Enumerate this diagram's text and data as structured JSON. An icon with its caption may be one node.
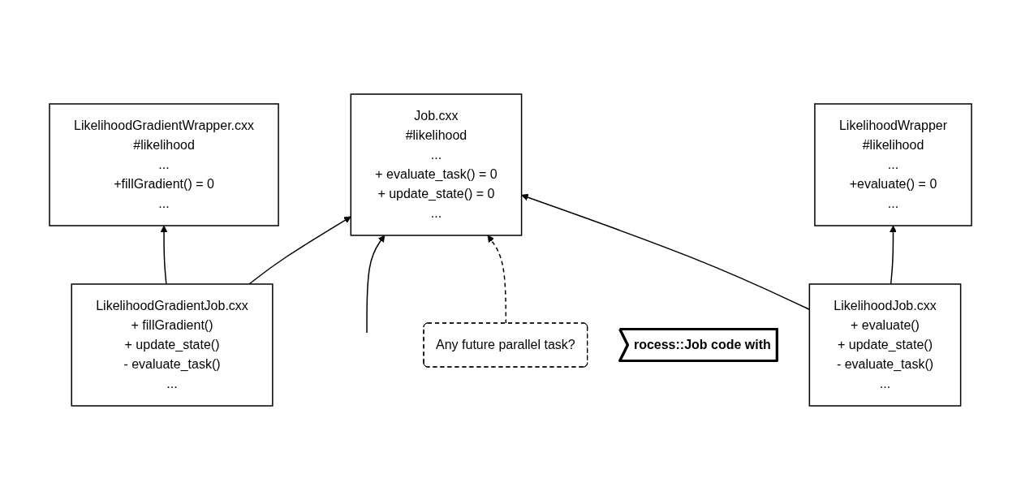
{
  "diagram": {
    "nodes": [
      {
        "text": [
          "Job.cxx",
          "#likelihood",
          "...",
          "+ evaluate_task() = 0",
          "+ update_state() = 0",
          "..."
        ]
      },
      {
        "text": [
          "LikelihoodGradientWrapper.cxx",
          "#likelihood",
          "...",
          "+fillGradient() = 0",
          "..."
        ]
      },
      {
        "text": [
          "LikelihoodWrapper",
          "#likelihood",
          "...",
          "+evaluate() = 0",
          "..."
        ]
      },
      {
        "text": [
          "LikelihoodGradientJob.cxx",
          "+ fillGradient()",
          "+ update_state()",
          "- evaluate_task()",
          "..."
        ]
      },
      {
        "text": [
          "Any future parallel task?"
        ]
      },
      {
        "text": [
          "LikelihoodJob.cxx",
          "+ evaluate()",
          "+ update_state()",
          "- evaluate_task()",
          "..."
        ]
      },
      {
        "text": [
          "rocess::Job code with"
        ]
      }
    ],
    "edges": [
      {
        "from": null,
        "to": 0,
        "arrow": "to"
      },
      {
        "from": 3,
        "to": 1,
        "arrow": "to"
      },
      {
        "from": 3,
        "to": 0,
        "arrow": "to"
      },
      {
        "from": 4,
        "to": 0,
        "arrow": "to",
        "style": "dashed"
      },
      {
        "from": 5,
        "to": 0,
        "arrow": "to"
      },
      {
        "from": 5,
        "to": 2,
        "arrow": "to"
      }
    ]
  }
}
